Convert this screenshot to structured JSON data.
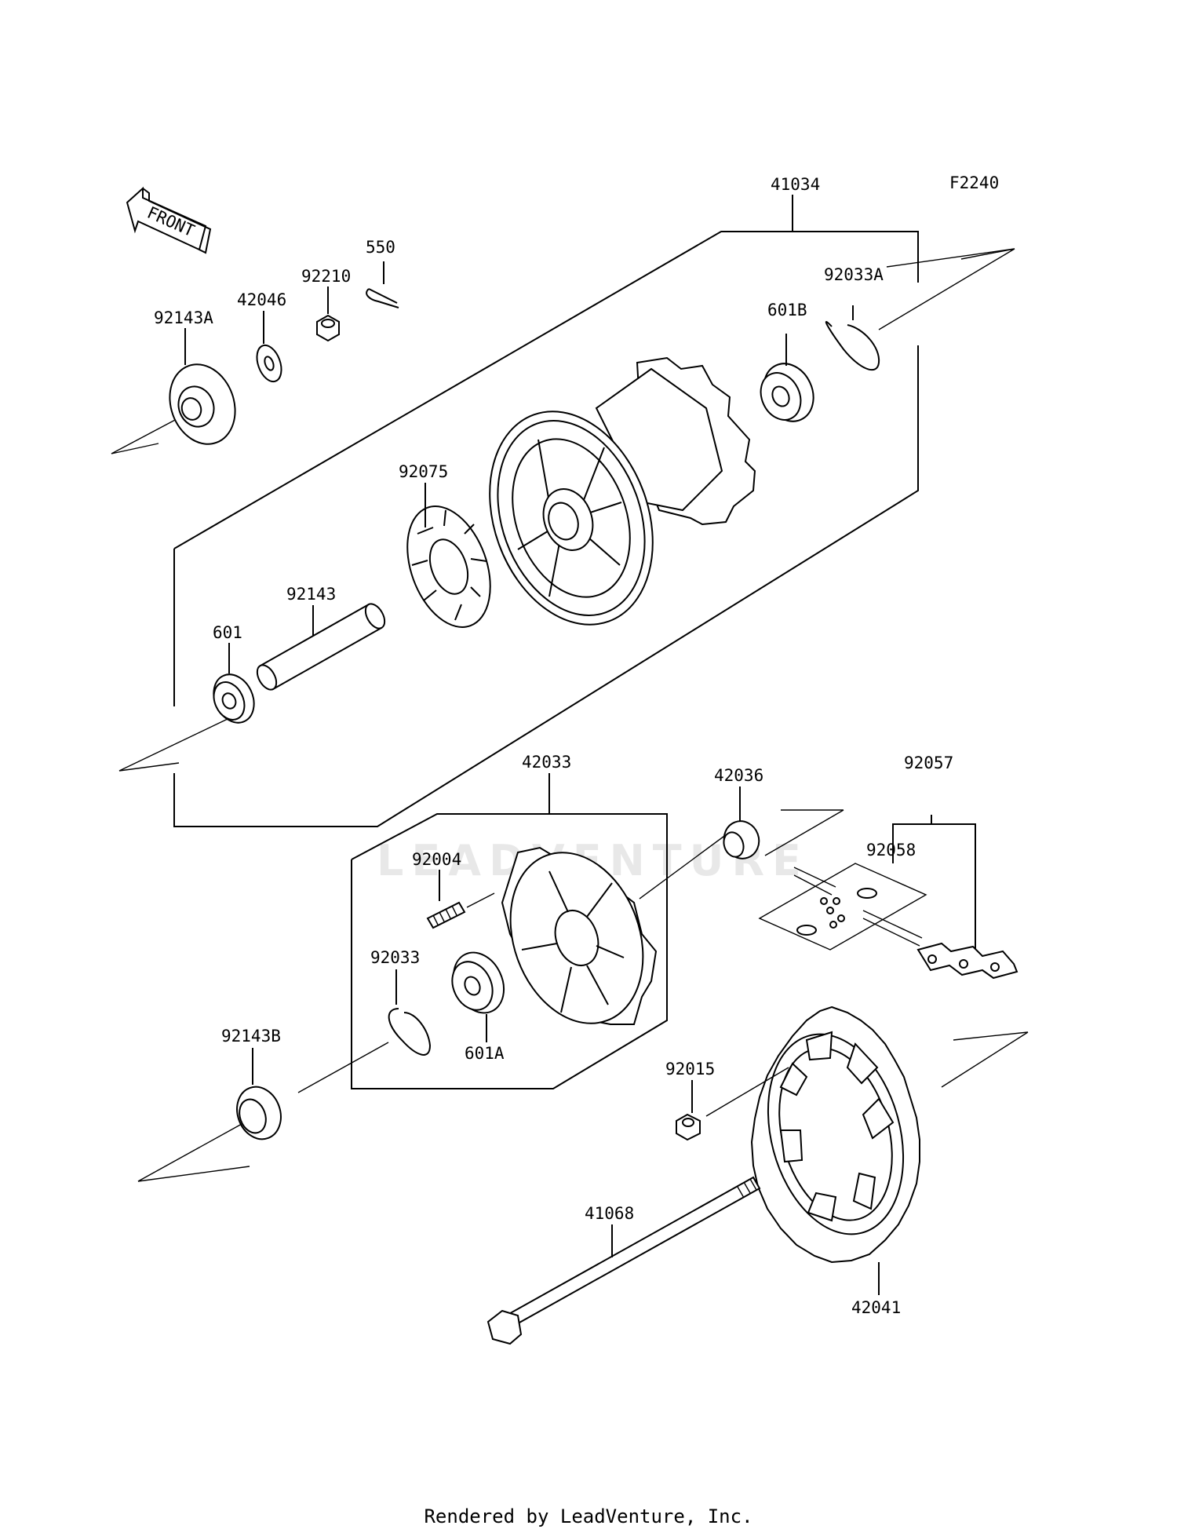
{
  "diagram_code": "F2240",
  "front_label": "FRONT",
  "watermark_text": "LEADVENTURE",
  "footer": "Rendered by LeadVenture, Inc.",
  "parts": {
    "p41034": "41034",
    "p92033A": "92033A",
    "p601B": "601B",
    "p550": "550",
    "p92210": "92210",
    "p42046": "42046",
    "p92143A": "92143A",
    "p92075": "92075",
    "p92143": "92143",
    "p601": "601",
    "p42033": "42033",
    "p42036": "42036",
    "p92057": "92057",
    "p92058": "92058",
    "p92004": "92004",
    "p92033": "92033",
    "p601A": "601A",
    "p92143B": "92143B",
    "p92015": "92015",
    "p41068": "41068",
    "p42041": "42041"
  }
}
